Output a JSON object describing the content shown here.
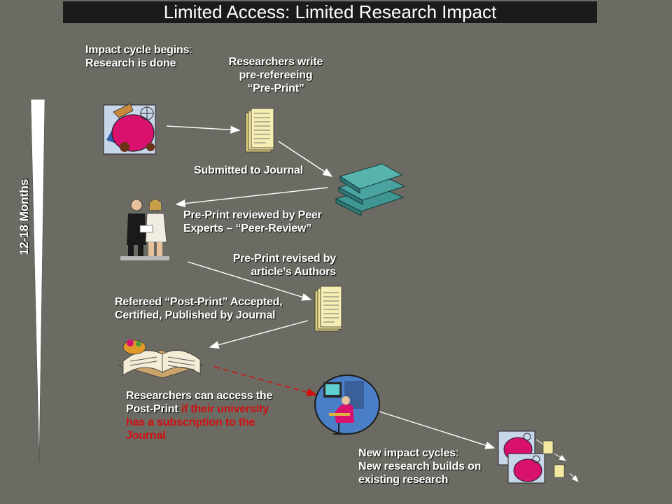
{
  "title": "Limited Access: Limited Research Impact",
  "timeline_label": "12-18 Months",
  "steps": {
    "cycle_begins_bold": "Impact cycle begins",
    "cycle_begins_colon": ":",
    "cycle_begins_rest": "Research is done",
    "write_preprint": [
      "Researchers write",
      "pre-refereeing",
      "“Pre-Print”"
    ],
    "submitted": "Submitted to Journal",
    "peer_review": [
      "Pre-Print reviewed by Peer",
      "Experts – “Peer-Review”"
    ],
    "revised": [
      "Pre-Print revised by",
      "article’s Authors"
    ],
    "published": [
      "Refereed “Post-Print” Accepted,",
      "Certified, Published by Journal"
    ],
    "access_white": "Researchers can access the Post-Print ",
    "access_red": "if their university has a subscription to the Journal",
    "new_cycles_bold": "New impact cycles",
    "new_cycles_colon": ":",
    "new_cycles_rest": "New research builds on existing research"
  },
  "colors": {
    "background": "#6b6b63",
    "title_bar": "#1b1b1b",
    "text": "#ffffff",
    "highlight": "#d01010",
    "journal": "#4aa3a0",
    "paper": "#f3e9a0"
  },
  "icons": [
    "researcher-icon",
    "preprint-document-icon",
    "journals-stack-icon",
    "peer-reviewers-icon",
    "postprint-document-icon",
    "open-book-icon",
    "computer-user-icon",
    "new-researcher-icon"
  ]
}
